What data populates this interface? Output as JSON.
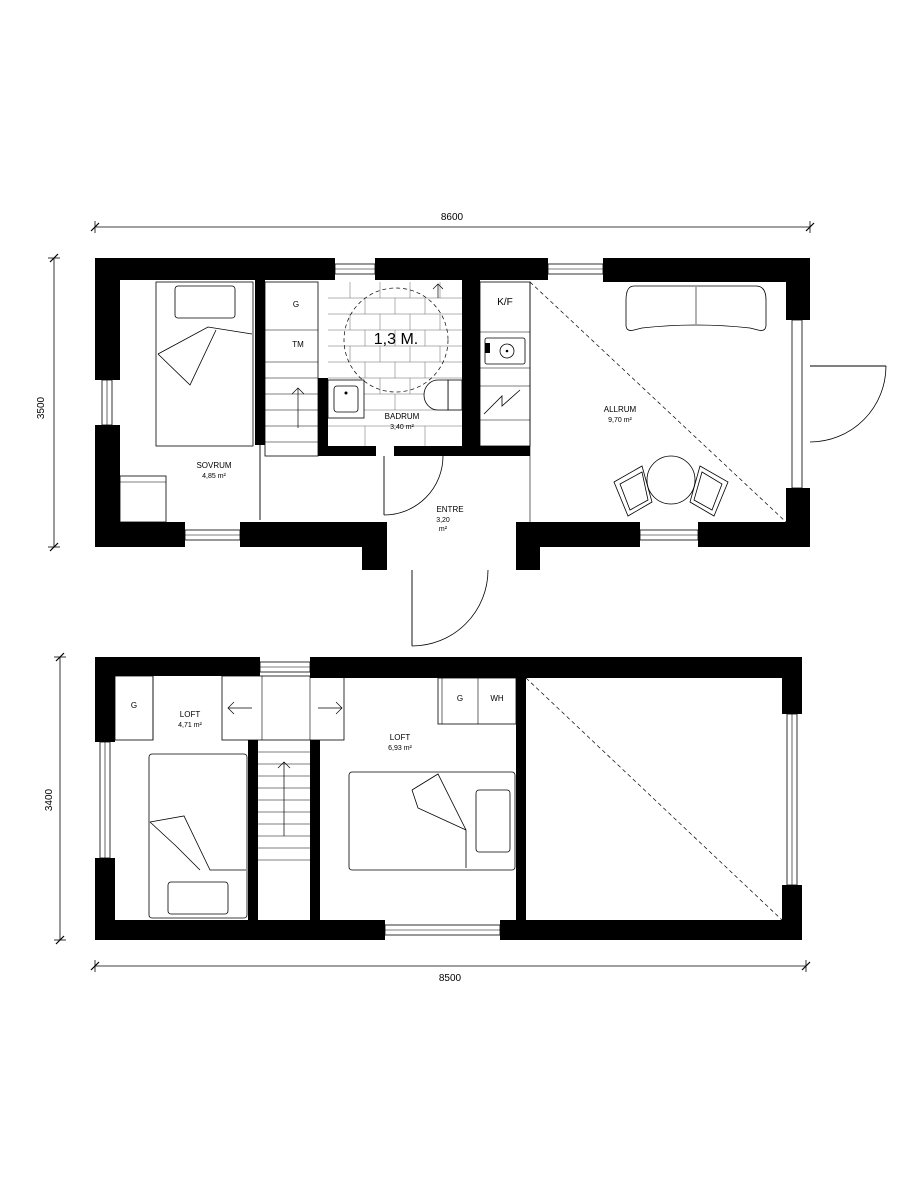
{
  "ground_floor": {
    "width_dim": "8600",
    "height_dim": "3500",
    "rooms": {
      "bedroom": {
        "name": "SOVRUM",
        "area": "4,85 m²"
      },
      "bathroom": {
        "name": "BADRUM",
        "area": "3,40 m²"
      },
      "living": {
        "name": "ALLRUM",
        "area": "9,70 m²"
      },
      "entrance": {
        "name": "ENTRE",
        "area_l1": "3,20",
        "area_l2": "m²"
      }
    },
    "labels": {
      "wardrobe": "G",
      "washer": "TM",
      "kitchen": "K/F",
      "turning_circle": "1,3 M."
    }
  },
  "upper_floor": {
    "width_dim": "8500",
    "height_dim": "3400",
    "rooms": {
      "loft_left": {
        "name": "LOFT",
        "area": "4,71 m²"
      },
      "loft_right": {
        "name": "LOFT",
        "area": "6,93 m²"
      }
    },
    "labels": {
      "wardrobe_left": "G",
      "wardrobe_right": "G",
      "water_heater": "WH"
    }
  }
}
